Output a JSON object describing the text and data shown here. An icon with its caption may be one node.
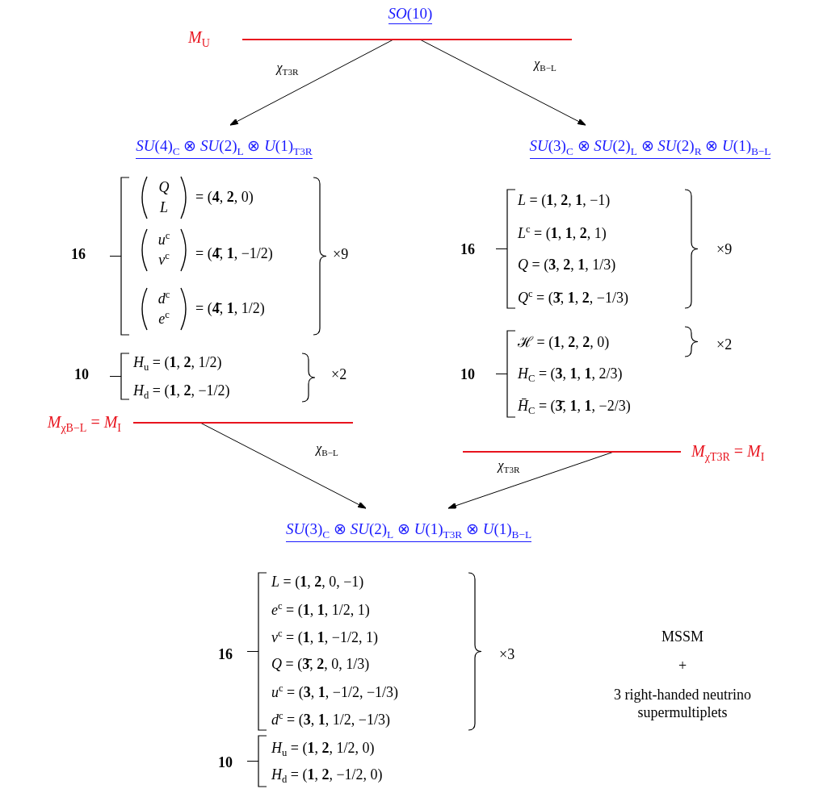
{
  "diagram": {
    "nodes": [
      {
        "text": [
          "*SO*(10)"
        ]
      },
      {
        "text": [],
        "shape": "bar",
        "beside": [
          "*M*$_{U}$"
        ]
      },
      {
        "text": [
          "*SU*(4)$_{C}$ ⊗ *SU*(2)$_{L}$ ⊗ *U*(1)$_{T3R}$"
        ]
      },
      {
        "text": [
          "*SU*(3)$_{C}$ ⊗ *SU*(2)$_{L}$ ⊗ *SU*(2)$_{R}$ ⊗ *U*(1)$_{B−L}$"
        ]
      },
      {
        "text": [],
        "shape": "bar",
        "beside": [
          "*M*$_{χB−L}$ = *M*$_{I}$"
        ]
      },
      {
        "text": [],
        "shape": "bar",
        "beside": [
          "*M*$_{χT3R}$ = *M*$_{I}$"
        ]
      },
      {
        "text": [
          "*SU*(3)$_{C}$ ⊗ *SU*(2)$_{L}$ ⊗ *U*(1)$_{T3R}$ ⊗ *U*(1)$_{B−L}$"
        ]
      }
    ],
    "edges": [
      {
        "from": 1,
        "to": 2,
        "arrow": "to",
        "label": "*χ*$_{T3R}$"
      },
      {
        "from": 1,
        "to": 3,
        "arrow": "to",
        "label": "*χ*$_{B−L}$"
      },
      {
        "from": 4,
        "to": 6,
        "arrow": "to",
        "label": "*χ*$_{B−L}$"
      },
      {
        "from": 5,
        "to": 6,
        "arrow": "to",
        "label": "*χ*$_{T3R}$"
      }
    ],
    "labels": [
      "16",
      "*Q*",
      "*L*",
      "= (**4**, **2**, 0)",
      "*u*$^{c}$",
      "*ν*$^{c}$",
      "= (**4̄**, **1**, −1/2)",
      "×9",
      "*d*$^{c}$",
      "*e*$^{c}$",
      "= (**4̄**, **1**, 1/2)",
      "10",
      "*H*$_{u}$ = (**1**, **2**, 1/2)",
      "*H*$_{d}$ = (**1**, **2**, −1/2)",
      "×2",
      "16",
      "*L* = (**1**, **2**, **1**, −1)",
      "*L*$^{c}$ = (**1**, **1**, **2**, 1)",
      "*Q* = (**3**, **2**, **1**, 1/3)",
      "*Q*$^{c}$ = (**3̄**, **1**, **2**, −1/3)",
      "×9",
      "10",
      "ℋ = (**1**, **2**, **2**, 0)",
      "×2",
      "*H*$_{C}$ = (**3**, **1**, **1**, 2/3)",
      "*H̄*$_{C}$ = (**3̄**, **1**, **1**, −2/3)",
      "16",
      "*L* = (**1**, **2**, 0, −1)",
      "*e*$^{c}$ = (**1**, **1**, 1/2, 1)",
      "*ν*$^{c}$ = (**1**, **1**, −1/2, 1)",
      "*Q* = (**3̄**, **2**, 0, 1/3)",
      "*u*$^{c}$ = (**3**, **1**, −1/2, −1/3)",
      "*d*$^{c}$ = (**3**, **1**, 1/2, −1/3)",
      "×3",
      "MSSM",
      "+",
      "3 right-handed neutrino supermultiplets",
      "10",
      "*H*$_{u}$ = (**1**, **2**, 1/2, 0)",
      "*H*$_{d}$ = (**1**, **2**, −1/2, 0)"
    ]
  }
}
